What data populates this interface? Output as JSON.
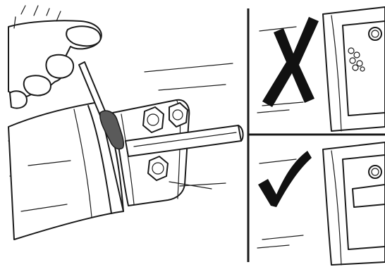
{
  "illustration": {
    "main_panel": {
      "subject": "brush-applying-paint-to-hydraulic-pump-flange"
    },
    "bad_panel": {
      "symbol": "cross-mark"
    },
    "good_panel": {
      "symbol": "check-mark"
    }
  },
  "colors": {
    "ink": "#1a1a1a",
    "paint_blob": "#5a5a5a",
    "background": "#ffffff"
  }
}
